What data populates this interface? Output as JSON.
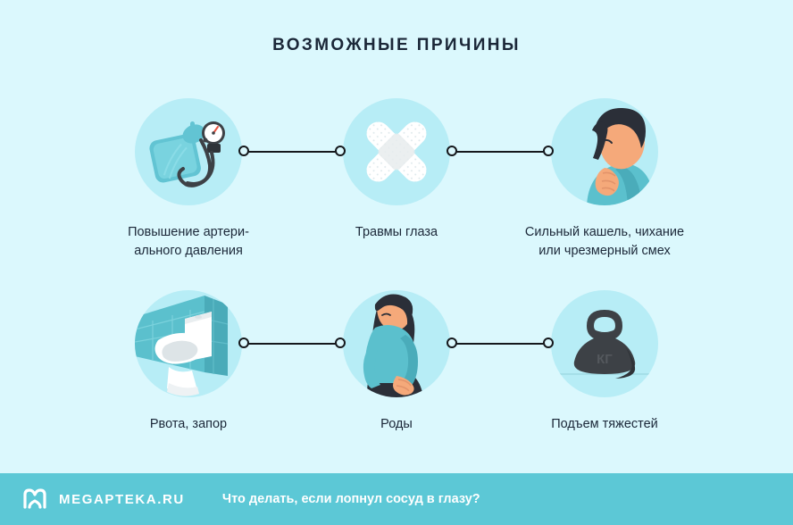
{
  "title": "ВОЗМОЖНЫЕ ПРИЧИНЫ",
  "colors": {
    "background": "#dbf8fd",
    "circle": "#b7edf6",
    "text": "#1b2738",
    "footer_bar": "#5cc8d6",
    "footer_text": "#ffffff",
    "connector": "#15181c",
    "accent_teal": "#5bc0cd",
    "skin": "#f5a97a",
    "hair": "#2b2f38",
    "dark_gray": "#3d4146"
  },
  "items": [
    {
      "id": "blood-pressure",
      "icon": "blood-pressure-monitor-icon",
      "label": "Повышение артери-\nального давления"
    },
    {
      "id": "eye-injury",
      "icon": "crossed-bandages-icon",
      "label": "Травмы глаза"
    },
    {
      "id": "cough-sneeze-laugh",
      "icon": "coughing-person-icon",
      "label": "Сильный кашель, чихание\nили чрезмерный смех"
    },
    {
      "id": "vomiting-constipation",
      "icon": "toilet-icon",
      "label": "Рвота, запор"
    },
    {
      "id": "childbirth",
      "icon": "pregnant-woman-icon",
      "label": "Роды"
    },
    {
      "id": "heavy-lifting",
      "icon": "kettlebell-icon",
      "label": "Подъем тяжестей"
    }
  ],
  "icon_text": {
    "kettlebell_weight": "КГ"
  },
  "footer": {
    "logo_icon": "megapteka-m-logo-icon",
    "brand": "MEGAPTEKA.RU",
    "title": "Что делать, если лопнул сосуд в глазу?"
  }
}
